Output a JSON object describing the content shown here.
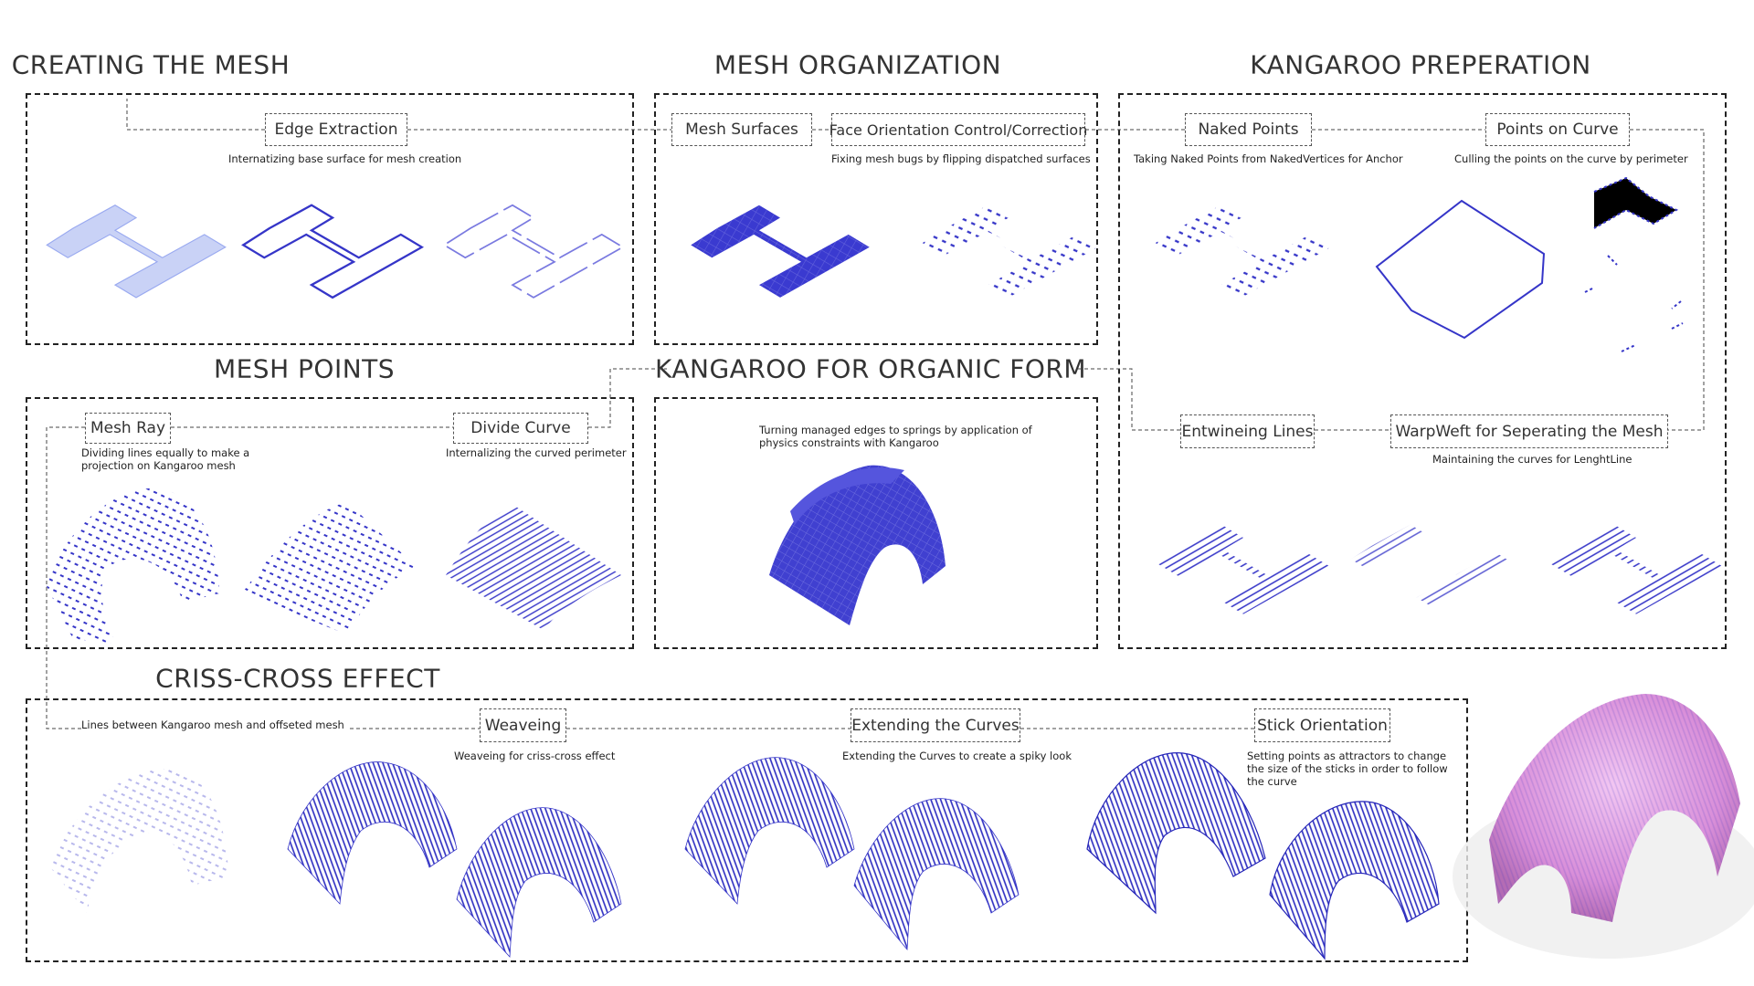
{
  "headings": {
    "creating_mesh": "CREATING THE MESH",
    "mesh_organization": "MESH ORGANIZATION",
    "kangaroo_preparation": "KANGAROO PREPERATION",
    "mesh_points": "MESH POINTS",
    "kangaroo_organic": "KANGAROO FOR ORGANIC FORM",
    "criss_cross": "CRISS-CROSS EFFECT"
  },
  "steps": {
    "edge_extraction": {
      "label": "Edge Extraction",
      "caption": "Internatizing base surface for mesh creation"
    },
    "mesh_surfaces": {
      "label": "Mesh Surfaces"
    },
    "face_orientation": {
      "label": "Face Orientation Control/Correction",
      "caption": "Fixing mesh bugs by flipping dispatched surfaces"
    },
    "naked_points": {
      "label": "Naked Points",
      "caption": "Taking Naked Points from NakedVertices for Anchor"
    },
    "points_on_curve": {
      "label": "Points on Curve",
      "caption": "Culling the points on the curve by perimeter"
    },
    "mesh_ray": {
      "label": "Mesh Ray",
      "caption": "Dividing lines equally to make a projection on Kangaroo mesh"
    },
    "divide_curve": {
      "label": "Divide Curve",
      "caption": "Internalizing the curved perimeter"
    },
    "organic_form": {
      "caption": "Turning managed edges to springs by application of physics constraints with Kangaroo"
    },
    "entwining_lines": {
      "label": "Entwineing Lines"
    },
    "warpweft": {
      "label": "WarpWeft for Seperating the Mesh",
      "caption": "Maintaining the curves for LenghtLine"
    },
    "lines_between": {
      "caption": "Lines between Kangaroo mesh and offseted mesh"
    },
    "weaving": {
      "label": "Weaveing",
      "caption": "Weaveing for criss-cross effect"
    },
    "extending": {
      "label": "Extending the Curves",
      "caption": "Extending the Curves to create a spiky look"
    },
    "stick_orientation": {
      "label": "Stick Orientation",
      "caption": "Setting points as attractors to change the size of the sticks in order to follow the curve"
    }
  },
  "colors": {
    "accent": "#3535c8",
    "light": "#b9c3f0",
    "render": "#e6a6e6"
  }
}
